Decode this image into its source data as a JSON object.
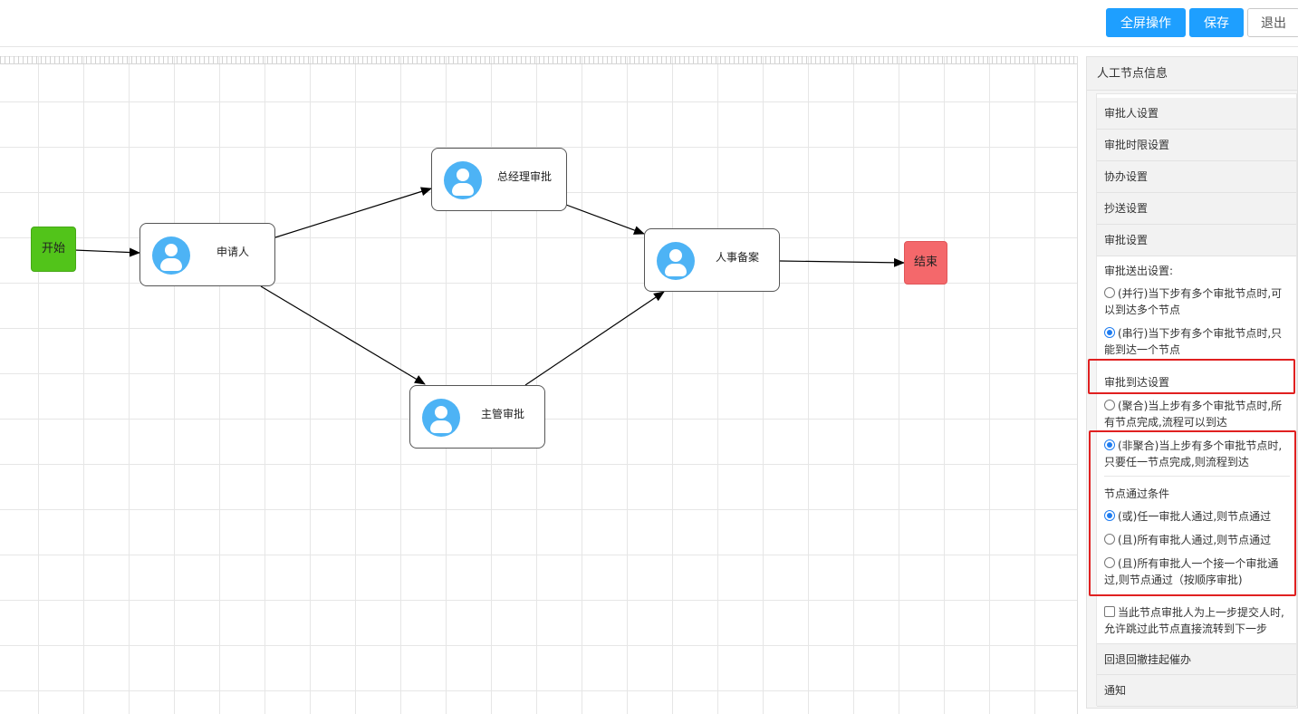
{
  "toolbar": {
    "fullscreen_label": "全屏操作",
    "save_label": "保存",
    "exit_label": "退出"
  },
  "flow": {
    "start_label": "开始",
    "end_label": "结束",
    "tasks": {
      "applicant": "申请人",
      "gm": "总经理审批",
      "supervisor": "主管审批",
      "hr": "人事备案"
    }
  },
  "panel": {
    "title": "人工节点信息",
    "sections": {
      "approver": "审批人设置",
      "time_limit": "审批时限设置",
      "assist": "协办设置",
      "cc": "抄送设置",
      "approval": "审批设置",
      "rollback": "回退回撤挂起催办",
      "notify": "通知"
    },
    "send_out": {
      "label": "审批送出设置:",
      "option1": "(并行)当下步有多个审批节点时,可以到达多个节点",
      "option2": "(串行)当下步有多个审批节点时,只能到达一个节点",
      "selected": 2
    },
    "arrival": {
      "title": "审批到达设置",
      "option1": "(聚合)当上步有多个审批节点时,所有节点完成,流程可以到达",
      "option2": "(非聚合)当上步有多个审批节点时,只要任一节点完成,则流程到达",
      "selected": 2
    },
    "pass": {
      "label": "节点通过条件",
      "option1": "(或)任一审批人通过,则节点通过",
      "option2": "(且)所有审批人通过,则节点通过",
      "option3": "(且)所有审批人一个接一个审批通过,则节点通过（按顺序审批)",
      "selected": 1
    },
    "skip_text": "当此节点审批人为上一步提交人时,允许跳过此节点直接流转到下一步",
    "skip_checked": false
  }
}
